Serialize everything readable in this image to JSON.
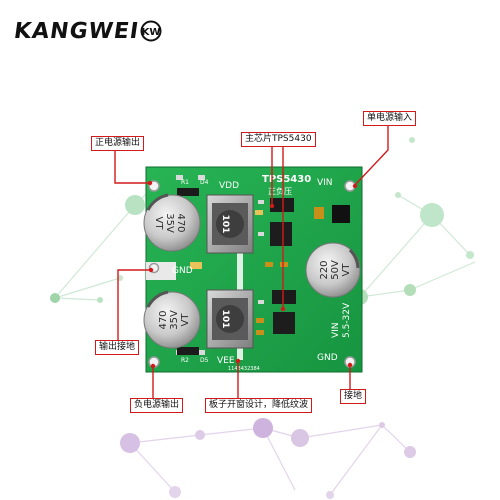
{
  "brand": {
    "name": "KANGWEI",
    "logo_letters": "KW"
  },
  "colors": {
    "pcb_green": "#1fa64a",
    "callout_red": "#d21a1a",
    "background_nodes": [
      "#8fd6a0",
      "#c9a6d8",
      "#9fd4e6"
    ]
  },
  "callouts": {
    "positive_output": "正电源输出",
    "main_chip": "主芯片TPS5430",
    "single_input": "单电源输入",
    "output_ground": "输出接地",
    "negative_output": "负电源输出",
    "board_slot": "板子开窗设计，降低纹波",
    "ground": "接地"
  },
  "board": {
    "title": "TPS5430",
    "subtitle": "正负压",
    "vdd": "VDD",
    "vin_top": "VIN",
    "gnd_left": "GND",
    "vee": "VEE",
    "vin_side": "VIN",
    "range_side": "5.5-32V",
    "gnd_bottom": "GND",
    "serial": "1143432384",
    "inductor_top": "101",
    "inductor_bottom": "101",
    "cap_left_top": "470",
    "cap_left_top_v": "35V",
    "cap_left_top_vt": "VT",
    "cap_left_bottom": "470",
    "cap_left_bottom_v": "35V",
    "cap_left_bottom_vt": "VT",
    "cap_right": "220",
    "cap_right_v": "50V",
    "cap_right_vt": "VT",
    "ref_r1": "R1",
    "ref_d4": "D4",
    "ref_r2": "R2",
    "ref_d5": "D5"
  }
}
